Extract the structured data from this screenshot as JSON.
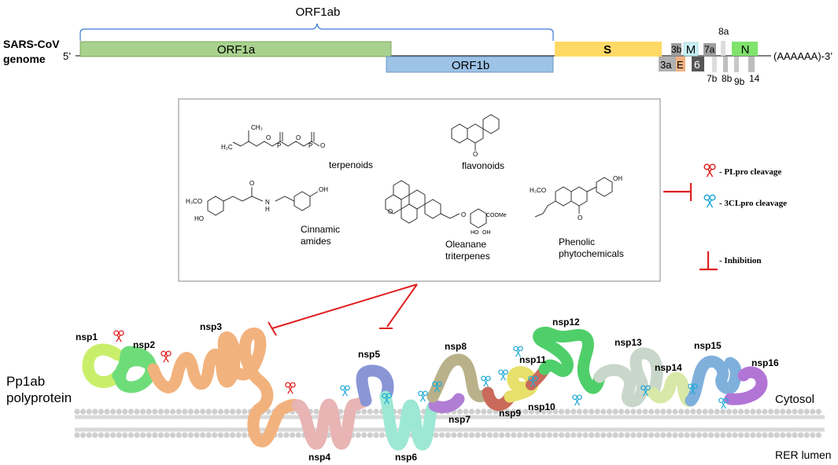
{
  "genome": {
    "title_line1": "SARS-CoV",
    "title_line2": "genome",
    "five_prime": "5’",
    "three_prime": "(AAAAAA)-3’",
    "orf1ab": "ORF1ab",
    "orf1a": "ORF1a",
    "orf1b": "ORF1b",
    "genes": {
      "S": "S",
      "g3b": "3b",
      "M": "M",
      "g7a": "7a",
      "g8a": "8a",
      "N": "N",
      "g3a": "3a",
      "E": "E",
      "g6": "6",
      "g7b": "7b",
      "g8b": "8b",
      "g9b": "9b",
      "g14": "14"
    },
    "colors": {
      "orf1a": "#a9d18e",
      "orf1b": "#9dc3e6",
      "S": "#ffd966",
      "M": "#c9f0f5",
      "N": "#7fe36c",
      "E": "#f4b183"
    }
  },
  "compounds": {
    "terpenoids": "terpenoids",
    "flavonoids": "flavonoids",
    "cinnamic1": "Cinnamic",
    "cinnamic2": "amides",
    "oleanane1": "Oleanane",
    "oleanane2": "triterpenes",
    "phenolic1": "Phenolic",
    "phenolic2": "phytochemicals",
    "chem_ch3": "CH₃",
    "chem_h2c": "H₂C",
    "chem_p": "P",
    "chem_o": "O",
    "chem_oh": "OH",
    "chem_ho": "HO",
    "chem_h3co": "H₃CO",
    "chem_n": "N",
    "chem_h": "H",
    "chem_cooh": "COOMe"
  },
  "legend": {
    "plpro": "- PLpro  cleavage",
    "clpro": "- 3CLpro  cleavage",
    "inhibition": "- Inhibition"
  },
  "polyprotein": {
    "label1": "Pp1ab",
    "label2": "polyprotein",
    "cytosol": "Cytosol",
    "lumen": "RER lumen",
    "nsp": [
      "nsp1",
      "nsp2",
      "nsp3",
      "nsp4",
      "nsp5",
      "nsp6",
      "nsp7",
      "nsp8",
      "nsp9",
      "nsp10",
      "nsp11",
      "nsp12",
      "nsp13",
      "nsp14",
      "nsp15",
      "nsp16"
    ]
  }
}
